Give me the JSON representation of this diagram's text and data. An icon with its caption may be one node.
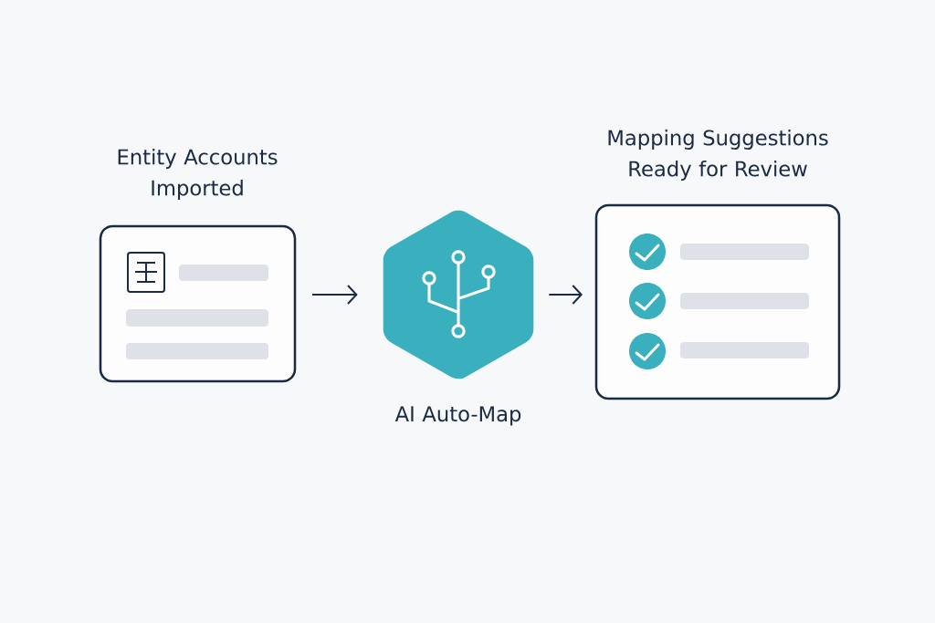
{
  "diagram": {
    "nodes": [
      {
        "text": [
          "Entity Accounts Imported"
        ]
      },
      {
        "text": [
          "AI Auto-Map"
        ]
      },
      {
        "text": [
          "Mapping Suggestions Ready for Review"
        ]
      }
    ],
    "edges": [
      {
        "from": 0,
        "to": 1,
        "arrow": "to"
      },
      {
        "from": 1,
        "to": 2,
        "arrow": "to"
      }
    ]
  }
}
